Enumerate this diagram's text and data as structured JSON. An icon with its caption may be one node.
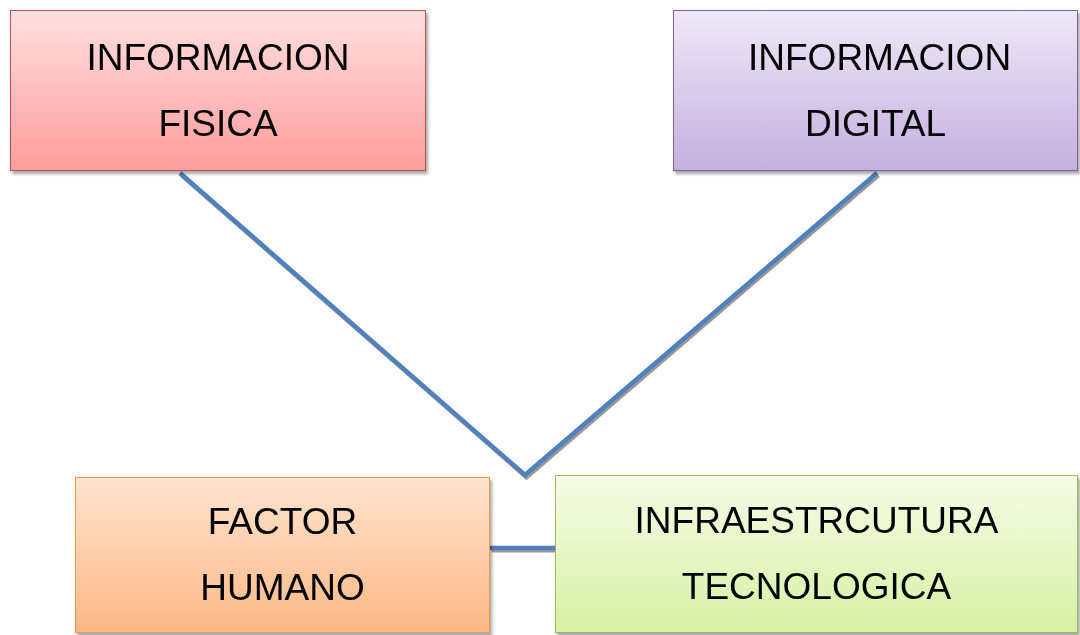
{
  "diagram": {
    "nodes": [
      {
        "text": [
          "INFORMACION FISICA"
        ]
      },
      {
        "text": [
          "INFORMACION DIGITAL"
        ]
      },
      {
        "text": [
          "FACTOR HUMANO"
        ]
      },
      {
        "text": [
          "INFRAESTRCUTURA TECNOLOGICA"
        ]
      }
    ],
    "edges": [
      {
        "from": 0,
        "to": 1,
        "arrow": "none"
      },
      {
        "from": 2,
        "to": 3,
        "arrow": "none"
      }
    ]
  }
}
